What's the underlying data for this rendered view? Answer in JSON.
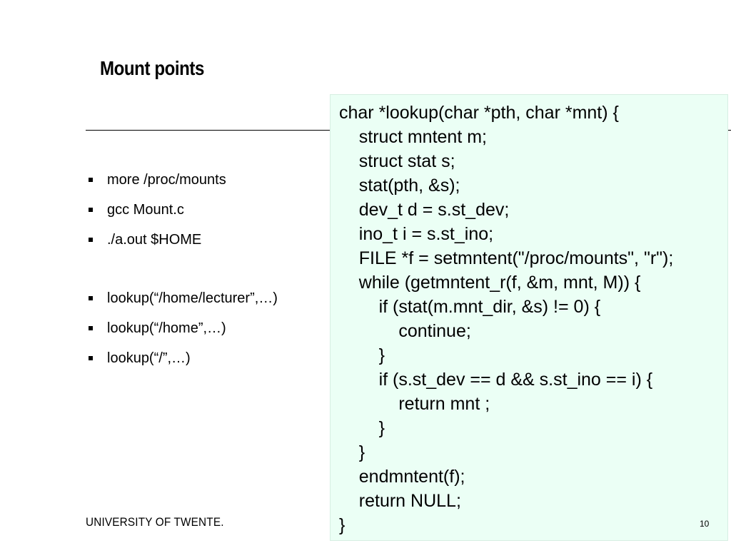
{
  "slide": {
    "title": "Mount points",
    "bullets": [
      "more /proc/mounts",
      "gcc Mount.c",
      "./a.out   $HOME",
      "lookup(“/home/lecturer”,…)",
      "lookup(“/home”,…)",
      "lookup(“/”,…)"
    ],
    "code_lines": [
      "char *lookup(char *pth, char *mnt) {",
      "    struct mntent m;",
      "    struct stat s;",
      "    stat(pth, &s);",
      "    dev_t d = s.st_dev;",
      "    ino_t i = s.st_ino;",
      "    FILE *f = setmntent(\"/proc/mounts\", \"r\");",
      "    while (getmntent_r(f, &m, mnt, M)) {",
      "        if (stat(m.mnt_dir, &s) != 0) {",
      "            continue;",
      "        }",
      "        if (s.st_dev == d && s.st_ino == i) {",
      "            return mnt ;",
      "        }",
      "    }",
      "    endmntent(f);",
      "    return NULL;",
      "}"
    ]
  },
  "footer": {
    "logo_text": "UNIVERSITY OF TWENTE.",
    "page_number": "10"
  },
  "colors": {
    "code_background": "#ebfff5",
    "text": "#000000"
  }
}
